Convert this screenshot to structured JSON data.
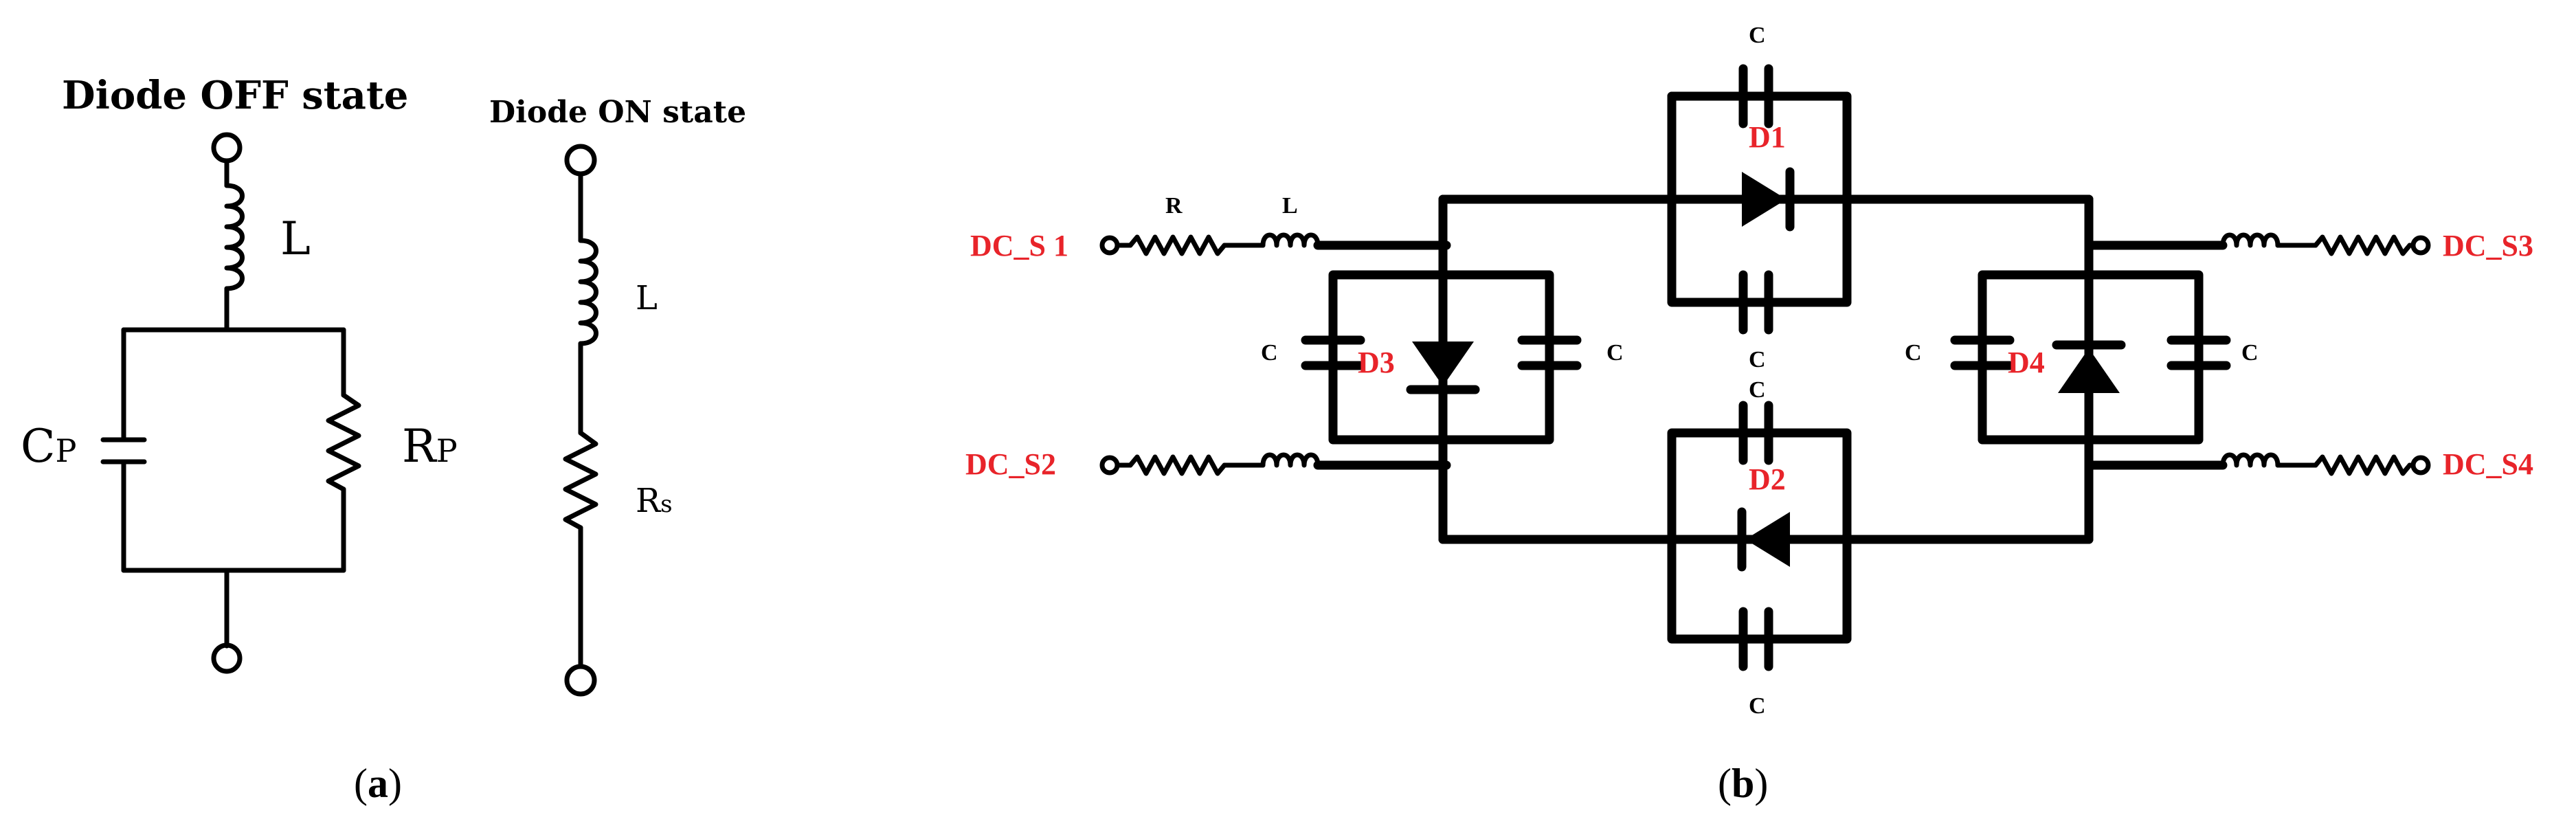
{
  "panel_a": {
    "off_state_title": "Diode OFF state",
    "on_state_title": "Diode ON state",
    "off_inductor_label": "L",
    "off_cap_label_main": "C",
    "off_cap_label_sub": "P",
    "off_res_label_main": "R",
    "off_res_label_sub": "P",
    "on_inductor_label": "L",
    "on_res_label_main": "R",
    "on_res_label_sub": "s",
    "caption_open": "(",
    "caption_letter": "a",
    "caption_close": ")"
  },
  "panel_b": {
    "port_1": "DC_S 1",
    "port_2": "DC_S2",
    "port_3": "DC_S3",
    "port_4": "DC_S4",
    "resistor_label": "R",
    "inductor_label": "L",
    "diode_1": "D1",
    "diode_2": "D2",
    "diode_3": "D3",
    "diode_4": "D4",
    "cap_label": "C",
    "caption_open": "(",
    "caption_letter": "b",
    "caption_close": ")"
  },
  "colors": {
    "wire": "#000000",
    "diode_label": "#e8242a",
    "background": "#ffffff"
  }
}
